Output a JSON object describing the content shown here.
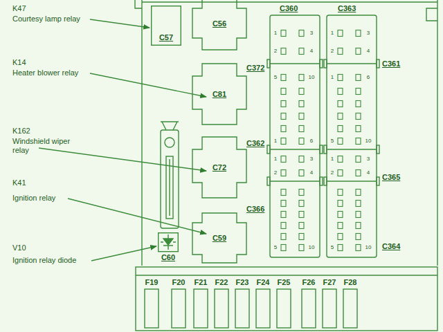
{
  "diagram": {
    "nodes": [
      {
        "text": [
          "C57"
        ]
      },
      {
        "text": [
          "C56"
        ]
      },
      {
        "text": [
          "C81"
        ]
      },
      {
        "text": [
          "C72"
        ]
      },
      {
        "text": [
          "C59"
        ]
      },
      {
        "text": [
          "C60"
        ]
      }
    ],
    "labels": [
      "K47",
      "Courtesy lamp relay",
      "K14",
      "Heater blower relay",
      "K162",
      "Windshield wiper relay",
      "K41",
      "Ignition relay",
      "V10",
      "Ignition relay diode",
      "C360",
      "C363",
      "C372",
      "C361",
      "C362",
      "C365",
      "C366",
      "C364",
      "1",
      "3",
      "2",
      "4",
      "1",
      "3",
      "2",
      "4",
      "5",
      "10",
      "1",
      "6",
      "1",
      "6",
      "5",
      "10",
      "1",
      "3",
      "2",
      "4",
      "1",
      "3",
      "2",
      "4",
      "5",
      "10",
      "5",
      "10",
      "F19",
      "F20",
      "F21",
      "F22",
      "F23",
      "F24",
      "F25",
      "F26",
      "F27",
      "F28"
    ]
  }
}
